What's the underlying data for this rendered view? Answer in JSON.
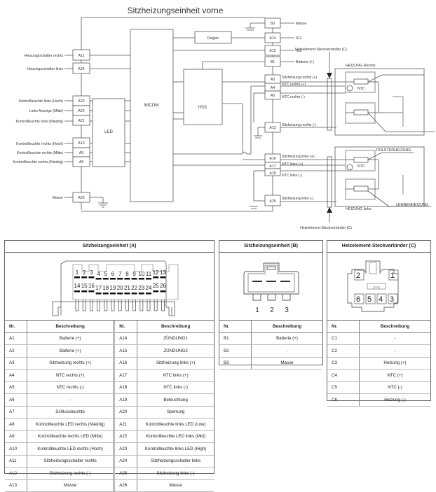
{
  "diagram": {
    "title": "Sitzheizungseinheit vorne",
    "blocks": {
      "micom": "MICOM",
      "hss": "HSS",
      "led": "LED",
      "regler": "Regler"
    },
    "left_signals": [
      {
        "label": "Heizungsschalter rechts",
        "pin": "A11"
      },
      {
        "label": "Heizungsschalter links",
        "pin": "A24"
      },
      {
        "label": "Kontrollleuchte links (Hoch)",
        "pin": "A23"
      },
      {
        "label": "Linke Anzeige (Mitte)",
        "pin": "A22"
      },
      {
        "label": "Kontrollleuchte links (Niedrig)",
        "pin": "A21"
      },
      {
        "label": "Kontrollleuchte rechts (Hoch)",
        "pin": "A10"
      },
      {
        "label": "Kontrollleuchte rechts (Mitte)",
        "pin": "A9"
      },
      {
        "label": "Kontrollleuchte rechts (Niedrig)",
        "pin": "A8"
      },
      {
        "label": "Masse",
        "pin": "A26"
      }
    ],
    "right_signals": [
      {
        "label": "Masse",
        "pin": "B3"
      },
      {
        "label": "IG1",
        "pin": "A14"
      },
      {
        "label": "IG2",
        "pin": "A15"
      },
      {
        "label": "Batterie (+)",
        "pin": "B1"
      },
      {
        "label": "Sitzheizung rechts (+)",
        "pin": "A3"
      },
      {
        "label": "NTC rechts (+)",
        "pin": "A4"
      },
      {
        "label": "NTC rechts (-)",
        "pin": "A5"
      },
      {
        "label": "Sitzheizung rechts (-)",
        "pin": "A12"
      },
      {
        "label": "Sitzheizung links (+)",
        "pin": "A16"
      },
      {
        "label": "NTC links (+)",
        "pin": "A17"
      },
      {
        "label": "NTC links (-)",
        "pin": "A18"
      },
      {
        "label": "Sitzheizung links (-)",
        "pin": "A25"
      }
    ],
    "connector_label_top": "Heizelement-Steckverbinder (C)",
    "connector_label_bottom": "Heizelement-Steckverbinder (C)",
    "heater_right": "HEIZUNG Rechts",
    "heater_left": "HEIZUNG links",
    "ntc": "NTC",
    "polster": "POLSTERHEIZUNG",
    "lehnen": "LEHNENHEIZUNG"
  },
  "panel_a": {
    "title": "Sitzheizungseinheit (A)",
    "pins_top": [
      "1",
      "2",
      "3",
      "4",
      "5",
      "6",
      "7",
      "8",
      "9",
      "10",
      "11",
      "12",
      "13"
    ],
    "pins_bottom": [
      "14",
      "15",
      "16",
      "17",
      "18",
      "19",
      "20",
      "21",
      "22",
      "23",
      "24",
      "25",
      "26"
    ],
    "headers": {
      "nr": "Nr.",
      "desc": "Beschreibung"
    },
    "rows": [
      {
        "nr1": "A1",
        "d1": "Batterie (+)",
        "nr2": "A14",
        "d2": "ZÜNDUNG1"
      },
      {
        "nr1": "A2",
        "d1": "Batterie (+)",
        "nr2": "A15",
        "d2": "ZÜNDUNG2"
      },
      {
        "nr1": "A3",
        "d1": "Sitzheizung rechts (+)",
        "nr2": "A16",
        "d2": "Sitzheizung links (+)"
      },
      {
        "nr1": "A4",
        "d1": "NTC rechts (+)",
        "nr2": "A17",
        "d2": "NTC links (+)"
      },
      {
        "nr1": "A5",
        "d1": "NTC rechts (-)",
        "nr2": "A18",
        "d2": "NTC links (-)"
      },
      {
        "nr1": "A6",
        "d1": "-",
        "nr2": "A19",
        "d2": "Beleuchtung"
      },
      {
        "nr1": "A7",
        "d1": "Schlussleuchte",
        "nr2": "A20",
        "d2": "Sperrung"
      },
      {
        "nr1": "A8",
        "d1": "Kontrollleuchte LED rechts (Niedrig)",
        "nr2": "A21",
        "d2": "Kontrollleuchte links LED (Low)"
      },
      {
        "nr1": "A9",
        "d1": "Kontrollleuchte rechts LED (Mitte)",
        "nr2": "A22",
        "d2": "Kontrollleuchte LED links (Mid)"
      },
      {
        "nr1": "A10",
        "d1": "Kontrollleuchte LED rechts (Hoch)",
        "nr2": "A23",
        "d2": "Kontrollleuchte links LED (High)"
      },
      {
        "nr1": "A11",
        "d1": "Sitzheizungsschalter rechts",
        "nr2": "A24",
        "d2": "Sitzheizungsschalter links"
      },
      {
        "nr1": "A12",
        "d1": "Sitzheizung rechts (-)",
        "nr2": "A25",
        "d2": "Sitzheizung links (-)"
      },
      {
        "nr1": "A13",
        "d1": "Masse",
        "nr2": "A26",
        "d2": "Masse"
      }
    ]
  },
  "panel_b": {
    "title": "Sitzheizungseinheit (B)",
    "pins": [
      "1",
      "2",
      "3"
    ],
    "headers": {
      "nr": "Nr.",
      "desc": "Beschreibung"
    },
    "rows": [
      {
        "nr": "B1",
        "d": "Batterie (+)"
      },
      {
        "nr": "B2",
        "d": "-"
      },
      {
        "nr": "B3",
        "d": "Masse"
      }
    ]
  },
  "panel_c": {
    "title": "Heizelement-Steckverbinder (C)",
    "pins": [
      "2",
      "1",
      "6",
      "5",
      "4",
      "3"
    ],
    "headers": {
      "nr": "Nr.",
      "desc": "Beschreibung"
    },
    "rows": [
      {
        "nr": "C1",
        "d": "-"
      },
      {
        "nr": "C2",
        "d": "-"
      },
      {
        "nr": "C3",
        "d": "Heizung (+)"
      },
      {
        "nr": "C4",
        "d": "NTC (+)"
      },
      {
        "nr": "C5",
        "d": "NTC (-)"
      },
      {
        "nr": "C6",
        "d": "Heizung (-)"
      }
    ]
  }
}
